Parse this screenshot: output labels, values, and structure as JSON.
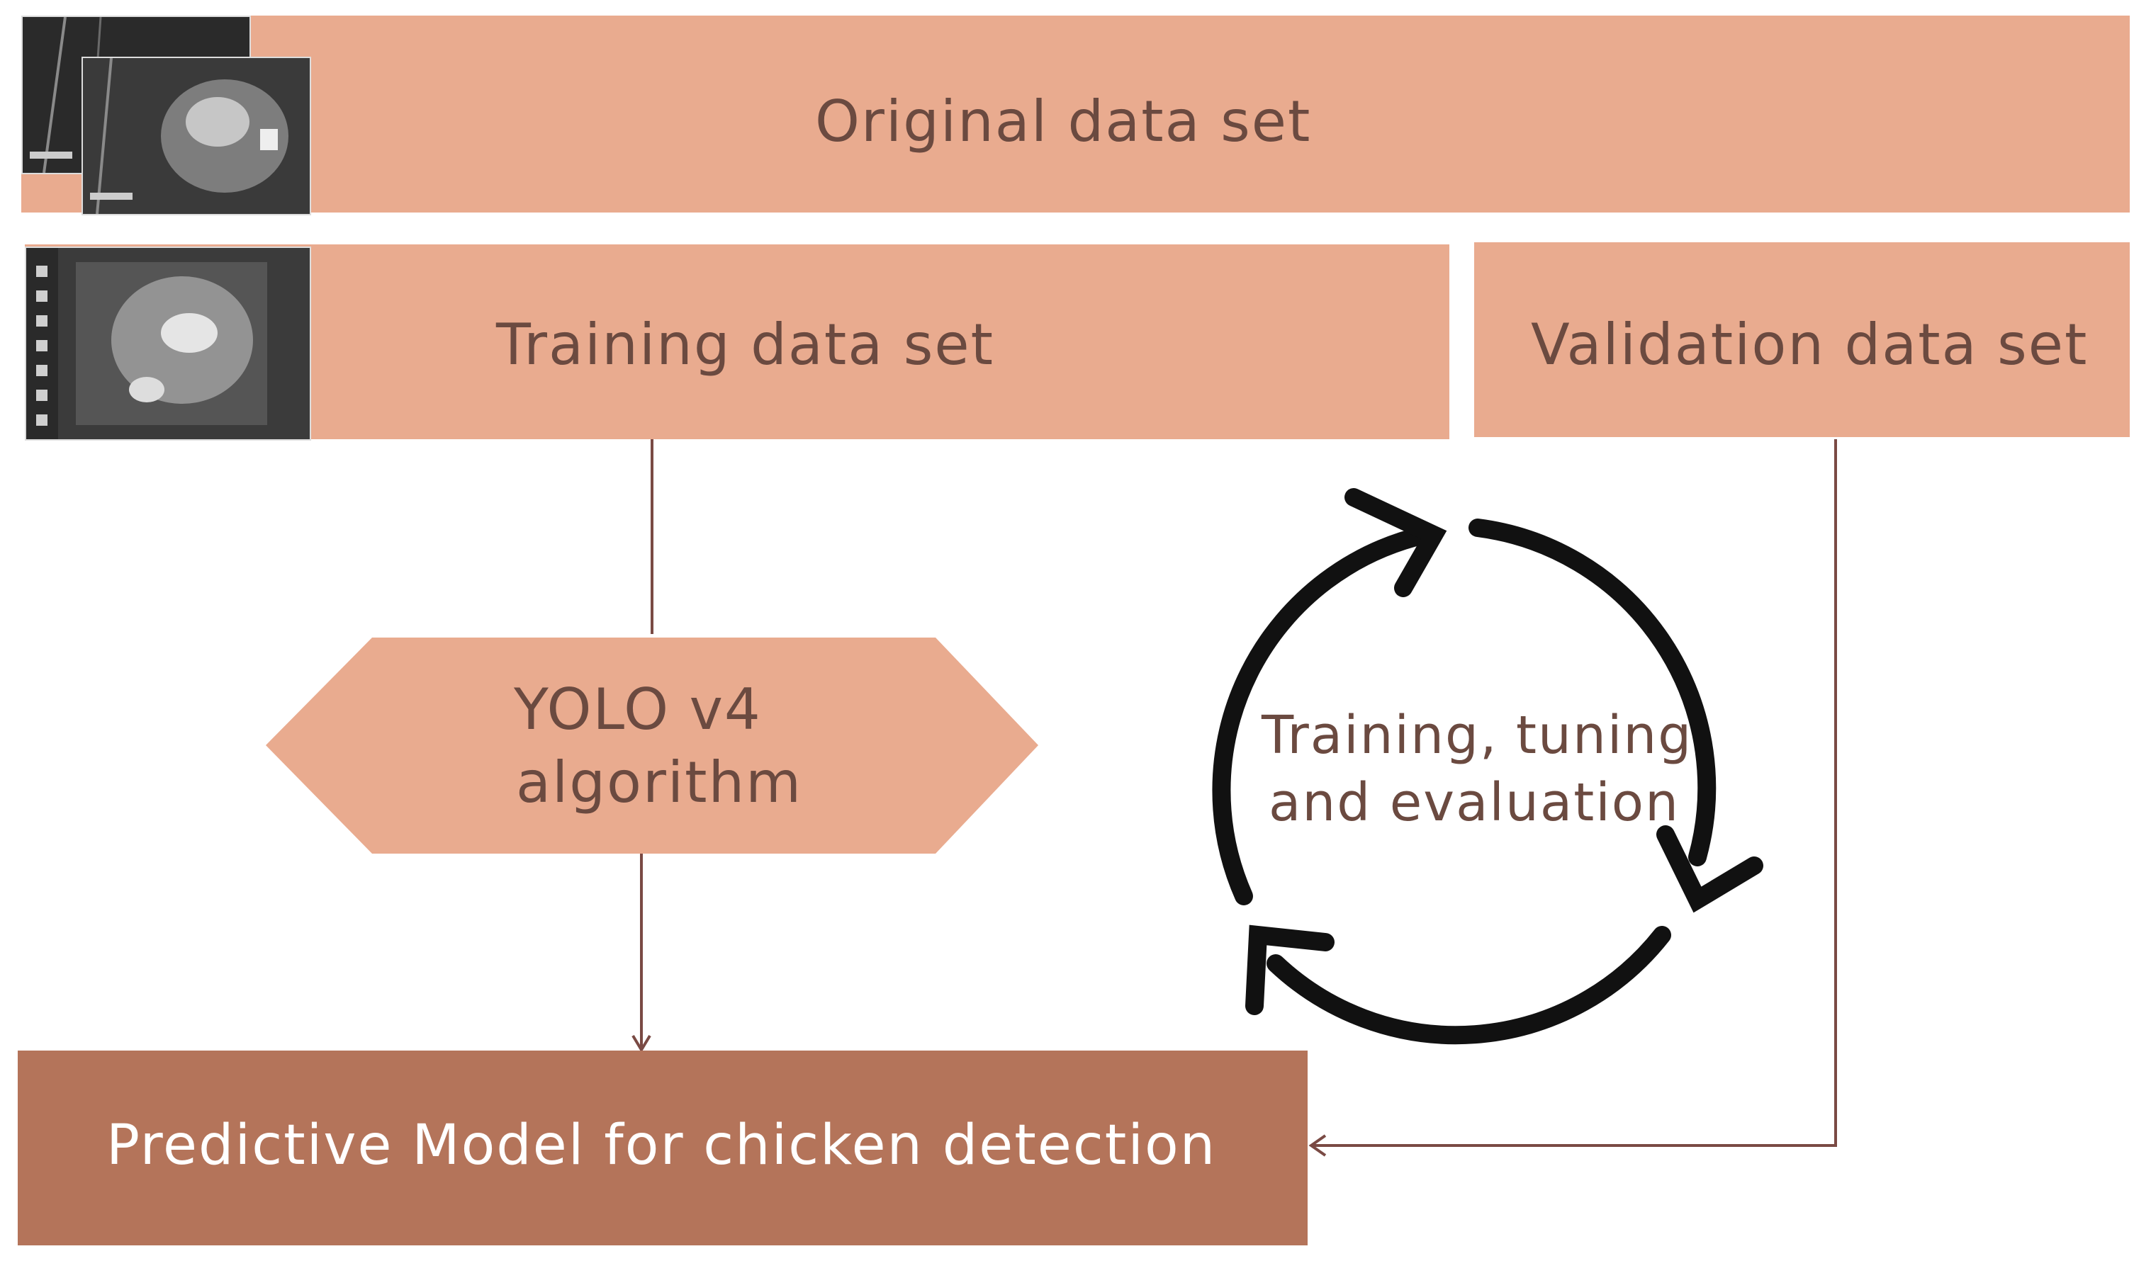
{
  "diagram": {
    "original_box": {
      "label": "Original data set"
    },
    "training_box": {
      "label": "Training data set"
    },
    "validation_box": {
      "label": "Validation data set"
    },
    "algorithm": {
      "line1": "YOLO v4",
      "line2": "algorithm"
    },
    "cycle": {
      "line1": "Training, tuning",
      "line2": "and evaluation"
    },
    "output_box": {
      "label": "Predictive Model for chicken detection"
    }
  },
  "colors": {
    "box_fill": "#e9ab8f",
    "output_fill": "#b4745a",
    "text": "#6b4a40",
    "connector": "#7a4a44",
    "cycle_arrow": "#111111"
  },
  "icons": {
    "original_thumbnails": "night-camera-images",
    "training_thumbnail": "annotation-tool-screenshot",
    "cycle": "circular-arrows-icon"
  }
}
